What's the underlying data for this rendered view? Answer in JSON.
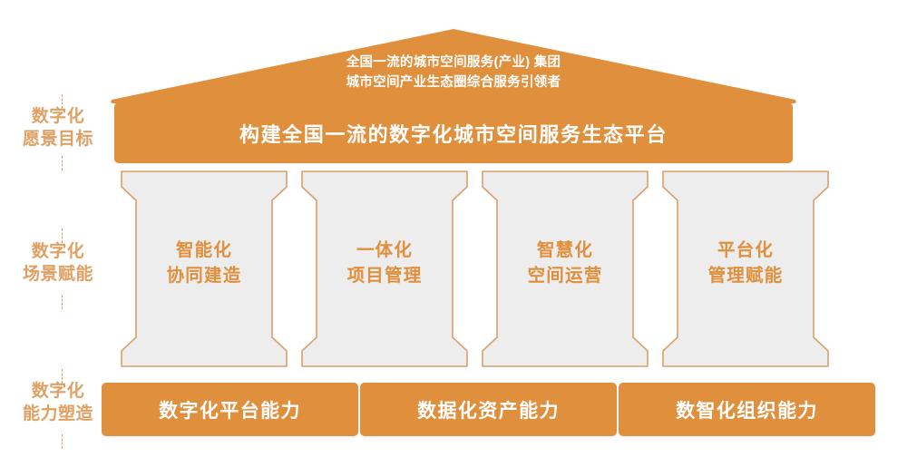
{
  "theme": {
    "orange": "#E08F3C",
    "orange_light": "#E0A063",
    "pillar_fill": "#EDEDED",
    "pillar_stroke": "#D9A06A",
    "background": "#FFFFFF",
    "white_text": "#FFFFFF"
  },
  "tiers": [
    {
      "id": "vision",
      "line1": "数字化",
      "line2": "愿景目标"
    },
    {
      "id": "scenario",
      "line1": "数字化",
      "line2": "场景赋能"
    },
    {
      "id": "capability",
      "line1": "数字化",
      "line2": "能力塑造"
    }
  ],
  "roof": {
    "line1": "全国一流的城市空间服务(产业) 集团",
    "line2": "城市空间产业生态圈综合服务引领者"
  },
  "banner": {
    "title": "构建全国一流的数字化城市空间服务生态平台"
  },
  "pillars": [
    {
      "id": "pillar-1",
      "line1": "智能化",
      "line2": "协同建造"
    },
    {
      "id": "pillar-2",
      "line1": "一体化",
      "line2": "项目管理"
    },
    {
      "id": "pillar-3",
      "line1": "智慧化",
      "line2": "空间运营"
    },
    {
      "id": "pillar-4",
      "line1": "平台化",
      "line2": "管理赋能"
    }
  ],
  "base": [
    {
      "id": "base-1",
      "label": "数字化平台能力"
    },
    {
      "id": "base-2",
      "label": "数据化资产能力"
    },
    {
      "id": "base-3",
      "label": "数智化组织能力"
    }
  ]
}
